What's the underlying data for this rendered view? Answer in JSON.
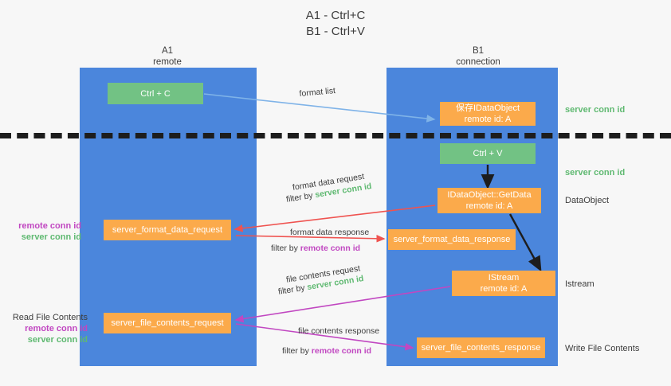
{
  "title": {
    "line1": "A1 - Ctrl+C",
    "line2": "B1 - Ctrl+V"
  },
  "lanes": [
    {
      "id": "a1",
      "name": "A1",
      "role": "remote",
      "color": "#4b86dc"
    },
    {
      "id": "b1",
      "name": "B1",
      "role": "connection",
      "color": "#4b86dc"
    }
  ],
  "nodes": {
    "ctrl_c": {
      "label": "Ctrl + C",
      "color": "#72c284"
    },
    "save_dataobject": {
      "label": "保存IDataObject",
      "sub": "remote id: A",
      "color": "#fbaa4b"
    },
    "ctrl_v": {
      "label": "Ctrl + V",
      "color": "#72c284"
    },
    "getdata": {
      "label": "IDataObject::GetData",
      "sub": "remote id: A",
      "color": "#fbaa4b"
    },
    "server_format_data_request": {
      "label": "server_format_data_request",
      "color": "#fbaa4b"
    },
    "server_format_data_response": {
      "label": "server_format_data_response",
      "color": "#fbaa4b"
    },
    "istream": {
      "label": "IStream",
      "sub": "remote id: A",
      "color": "#fbaa4b"
    },
    "server_file_contents_request": {
      "label": "server_file_contents_request",
      "color": "#fbaa4b"
    },
    "server_file_contents_response": {
      "label": "server_file_contents_response",
      "color": "#fbaa4b"
    }
  },
  "edge_labels": {
    "format_list": "format list",
    "format_data_request": "format data request",
    "format_data_request_filter_prefix": "filter by ",
    "format_data_request_filter_value": "server conn id",
    "format_data_response": "format data response",
    "format_data_response_filter_prefix": "filter by ",
    "format_data_response_filter_value": "remote conn id",
    "file_contents_request": "file contents request",
    "file_contents_request_filter_prefix": "filter by ",
    "file_contents_request_filter_value": "server conn id",
    "file_contents_response": "file contents response",
    "file_contents_response_filter_prefix": "filter by ",
    "file_contents_response_filter_value": "remote conn id"
  },
  "side_labels": {
    "server_conn_id_top": "server conn id",
    "server_conn_id_mid": "server conn id",
    "dataobject": "DataObject",
    "istream": "Istream",
    "write_file_contents": "Write File Contents",
    "read_file_contents": "Read File Contents",
    "remote_conn_id_1": "remote conn id",
    "server_conn_id_1": "server conn id",
    "remote_conn_id_2": "remote conn id",
    "server_conn_id_2": "server conn id"
  },
  "colors": {
    "lane": "#4b86dc",
    "green_node": "#72c284",
    "orange_node": "#fbaa4b",
    "green_text": "#5fb971",
    "magenta_text": "#c147c1",
    "red_arrow": "#ef5350",
    "magenta_arrow": "#c147c1",
    "blue_arrow": "#7fb3e8",
    "dark_arrow": "#1d1d1d",
    "background": "#f7f7f7"
  }
}
